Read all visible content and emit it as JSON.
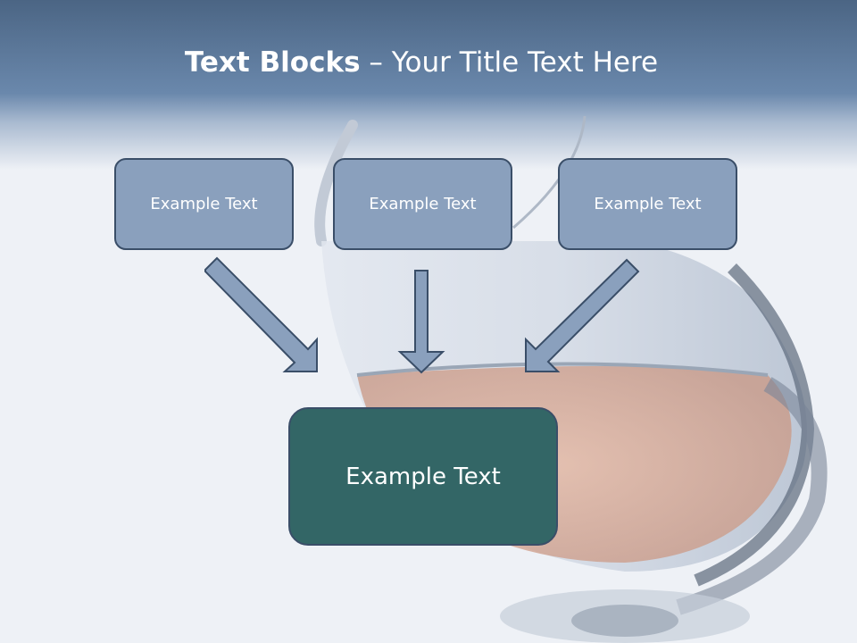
{
  "slide": {
    "title_bold": "Text Blocks",
    "title_rest": " – Your Title Text Here",
    "boxes": [
      {
        "label": "Example Text"
      },
      {
        "label": "Example Text"
      },
      {
        "label": "Example Text"
      }
    ],
    "main_box": {
      "label": "Example Text"
    }
  },
  "colors": {
    "header_band": "#5f7fa6",
    "box_fill": "#8aa0bd",
    "box_border": "#3a4e68",
    "main_box_fill": "#336666",
    "arrow_fill": "#8aa0bd"
  }
}
